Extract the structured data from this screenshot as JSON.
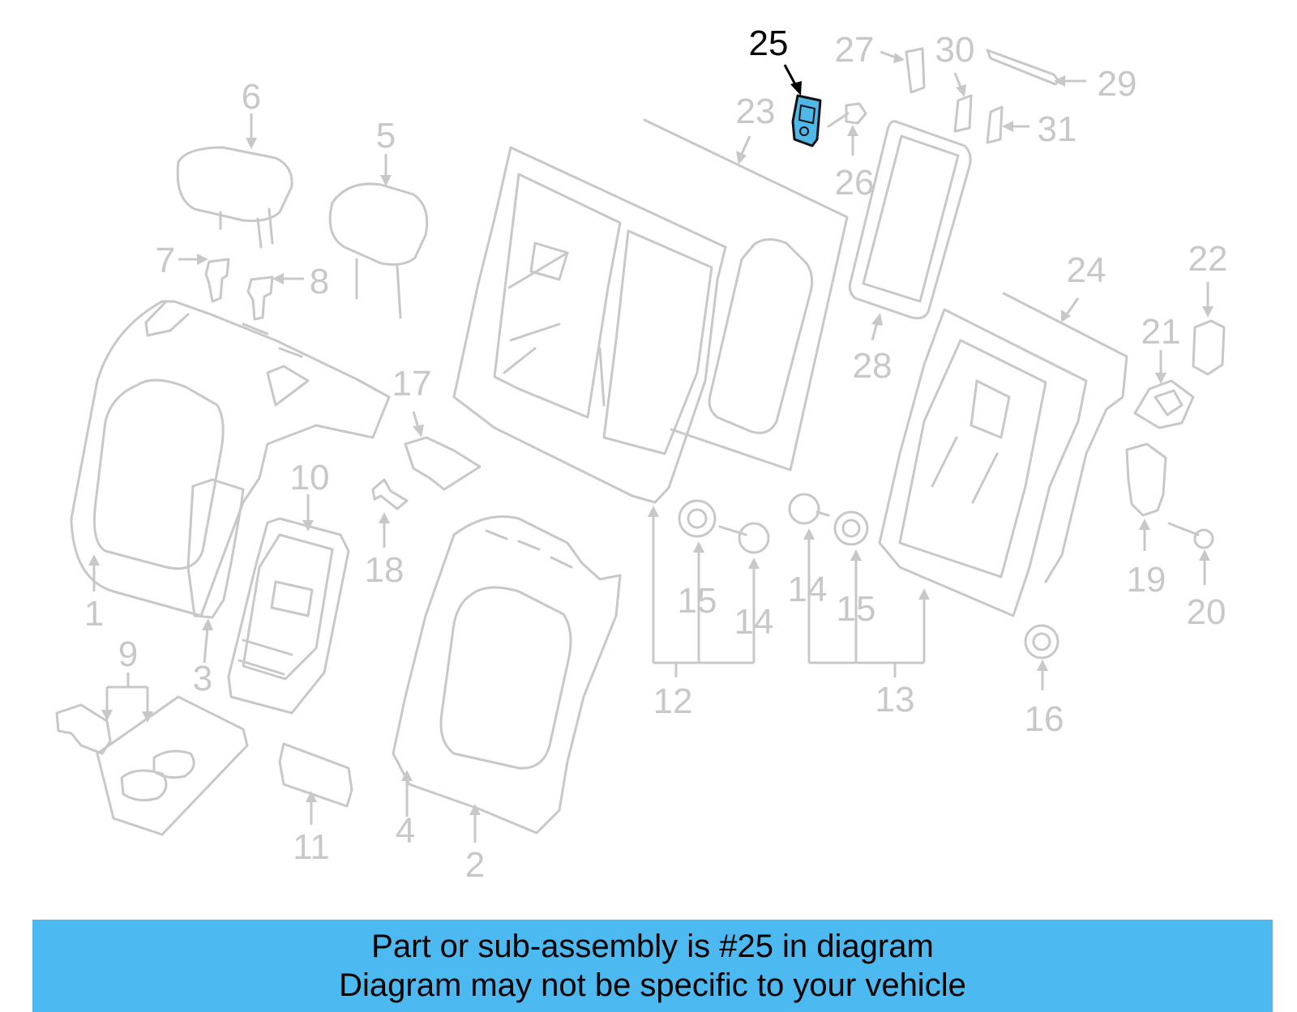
{
  "diagram": {
    "highlight_color": "#4fb8e8",
    "highlighted_part": "25",
    "callouts": {
      "c1": "1",
      "c2": "2",
      "c3": "3",
      "c4": "4",
      "c5": "5",
      "c6": "6",
      "c7": "7",
      "c8": "8",
      "c9": "9",
      "c10": "10",
      "c11": "11",
      "c12": "12",
      "c13": "13",
      "c14a": "14",
      "c14b": "14",
      "c15a": "15",
      "c15b": "15",
      "c16": "16",
      "c17": "17",
      "c18": "18",
      "c19": "19",
      "c20": "20",
      "c21": "21",
      "c22": "22",
      "c23": "23",
      "c24": "24",
      "c25": "25",
      "c26": "26",
      "c27": "27",
      "c28": "28",
      "c29": "29",
      "c30": "30",
      "c31": "31"
    }
  },
  "banner": {
    "color": "#4cb9f0",
    "line1": "Part or sub-assembly is #25 in diagram",
    "line2": "Diagram may not be specific to your vehicle"
  }
}
